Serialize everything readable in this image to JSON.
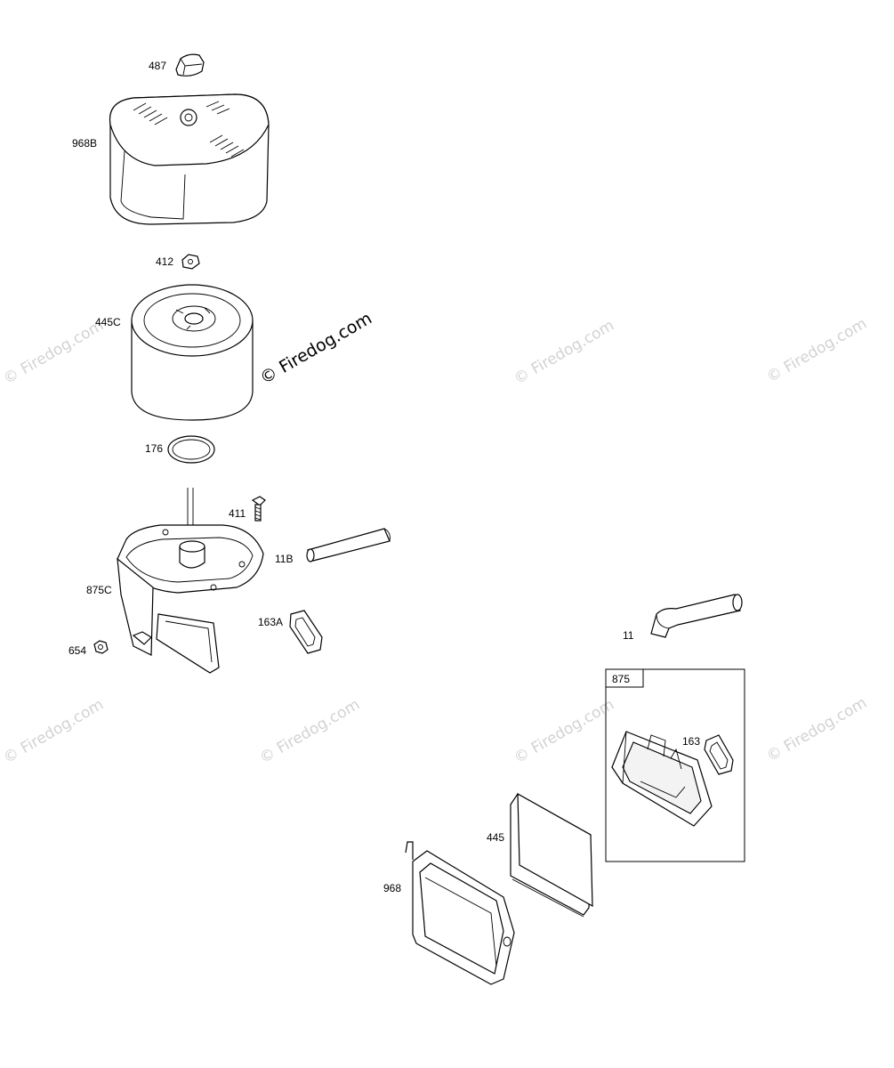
{
  "watermark": {
    "text": "© Firedog.com",
    "color": "#d2d2d2"
  },
  "labels": {
    "p487": "487",
    "p968b": "968B",
    "p412": "412",
    "p445c": "445C",
    "p176": "176",
    "p411": "411",
    "p11b": "11B",
    "p875c": "875C",
    "p163a": "163A",
    "p654": "654",
    "p11": "11",
    "p875": "875",
    "p163": "163",
    "p445": "445",
    "p968": "968"
  },
  "icons": {
    "knob": "knob-icon",
    "cover": "air-cleaner-cover-icon",
    "filter": "cylindrical-filter-icon",
    "seal": "seal-ring-icon",
    "screw": "screw-icon",
    "base": "air-cleaner-base-icon",
    "gasket": "gasket-icon",
    "tube": "tube-icon",
    "nut": "nut-icon"
  }
}
